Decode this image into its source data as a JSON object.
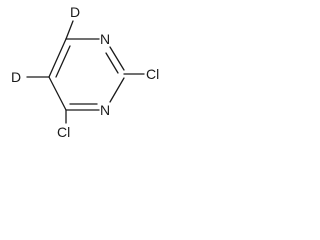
{
  "structure": {
    "atoms": {
      "deuterium_top": "D",
      "deuterium_left": "D",
      "nitrogen_top": "N",
      "nitrogen_bottom": "N",
      "chlorine_right": "Cl",
      "chlorine_bottom": "Cl"
    },
    "colors": {
      "bond": "#1a1a1a",
      "label": "#1a1a1a",
      "background": "#ffffff"
    }
  }
}
